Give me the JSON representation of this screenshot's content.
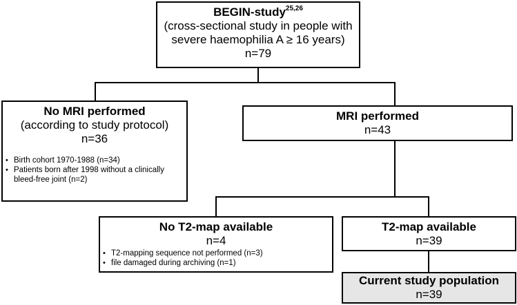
{
  "begin": {
    "title": "BEGIN-study",
    "superscript": "25,26",
    "description": "(cross-sectional study in people with severe haemophilia A ≥ 16 years)",
    "n": "n=79"
  },
  "no_mri": {
    "title": "No MRI performed",
    "subtitle": "(according to study protocol)",
    "n": "n=36",
    "bullets": [
      "Birth cohort 1970-1988 (n=34)",
      "Patients born after 1998 without a clinically bleed-free joint (n=2)"
    ]
  },
  "mri": {
    "title": "MRI performed",
    "n": "n=43"
  },
  "no_t2": {
    "title": "No T2-map available",
    "n": "n=4",
    "bullets": [
      "T2-mapping sequence not performed (n=3)",
      "file damaged during archiving (n=1)"
    ]
  },
  "t2": {
    "title": "T2-map available",
    "n": "n=39"
  },
  "current": {
    "title": "Current study population",
    "n": "n=39",
    "fill": "#e6e6e6"
  }
}
